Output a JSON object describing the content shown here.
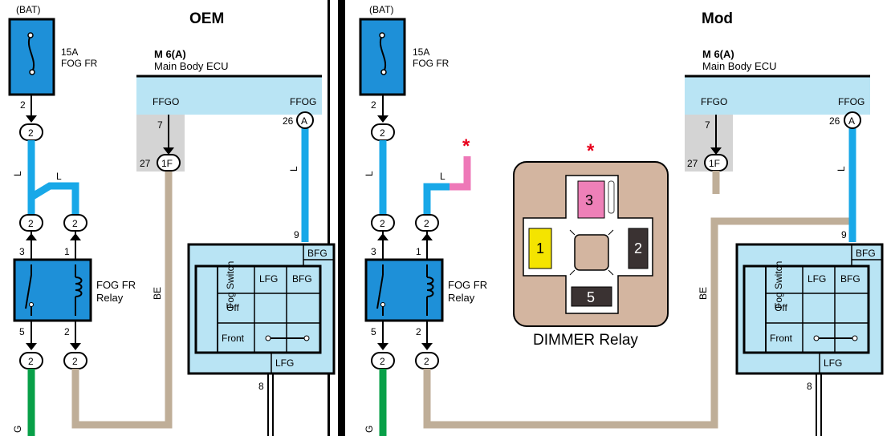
{
  "panels": [
    {
      "title": "OEM",
      "battery": "(BAT)",
      "fuse": {
        "rating": "15A",
        "name": "FOG FR"
      },
      "ecu": {
        "code": "M 6(A)",
        "name": "Main Body ECU",
        "pin_ffgo": "FFGO",
        "pin_ffog": "FFOG"
      },
      "relay": {
        "name": "FOG FR",
        "name2": "Relay"
      },
      "connectors": {
        "fuse_out": "2",
        "relay_in": "2",
        "relay_coil_in": "2",
        "relay_out": "2",
        "relay_coil_out": "2",
        "ecu_1f": "1F",
        "ecu_a": "A"
      },
      "pins": {
        "fuse": "2",
        "relay_sw_top": "3",
        "relay_coil_top": "1",
        "relay_sw_bot": "5",
        "relay_coil_bot": "2",
        "ecu_ffgo": "7",
        "ecu_conn": "27",
        "ecu_ffog": "26",
        "switch_top": "9",
        "switch_bot": "8"
      },
      "wires": {
        "fuse_wire": "L",
        "branch_wire": "L",
        "ecu_wire": "L",
        "return_wire": "BE",
        "ground_wire": "G"
      },
      "switch": {
        "name": "Fog Switch",
        "terminal_top": "BFG",
        "terminal_bottom": "LFG",
        "columns": [
          "LFG",
          "BFG"
        ],
        "rows": [
          "Off",
          "Front"
        ]
      }
    },
    {
      "title": "Mod",
      "battery": "(BAT)",
      "fuse": {
        "rating": "15A",
        "name": "FOG FR"
      },
      "ecu": {
        "code": "M 6(A)",
        "name": "Main Body ECU",
        "pin_ffgo": "FFGO",
        "pin_ffog": "FFOG"
      },
      "relay": {
        "name": "FOG FR",
        "name2": "Relay"
      },
      "connectors": {
        "fuse_out": "2",
        "relay_in": "2",
        "relay_coil_in": "2",
        "relay_out": "2",
        "relay_coil_out": "2",
        "ecu_1f": "1F",
        "ecu_a": "A"
      },
      "pins": {
        "fuse": "2",
        "relay_sw_top": "3",
        "relay_coil_top": "1",
        "relay_sw_bot": "5",
        "relay_coil_bot": "2",
        "ecu_ffgo": "7",
        "ecu_conn": "27",
        "ecu_ffog": "26",
        "switch_top": "9",
        "switch_bot": "8"
      },
      "wires": {
        "fuse_wire": "L",
        "coil_wire": "L",
        "ecu_wire": "L",
        "return_wire": "BE",
        "ground_wire": "G"
      },
      "switch": {
        "name": "Fog Switch",
        "terminal_top": "BFG",
        "terminal_bottom": "LFG",
        "columns": [
          "LFG",
          "BFG"
        ],
        "rows": [
          "Off",
          "Front"
        ]
      },
      "mod_marker": "*",
      "dimmer_relay": {
        "label": "DIMMER Relay",
        "marker": "*",
        "pins": [
          "3",
          "1",
          "2",
          "5"
        ]
      }
    }
  ],
  "colors": {
    "wire_blue": "#18a8e8",
    "wire_tan": "#bfae98",
    "wire_green": "#08a048",
    "wire_pink": "#ee78b8",
    "ecu_fill": "#b9e4f4",
    "box_blue": "#1e90d8",
    "relay_body": "#d3b5a0",
    "pin_yellow": "#f4e400",
    "pin_pink": "#ee80b8",
    "pin_dark": "#3a3232",
    "gray_block": "#d4d4d4",
    "marker_red": "#e8001c"
  }
}
